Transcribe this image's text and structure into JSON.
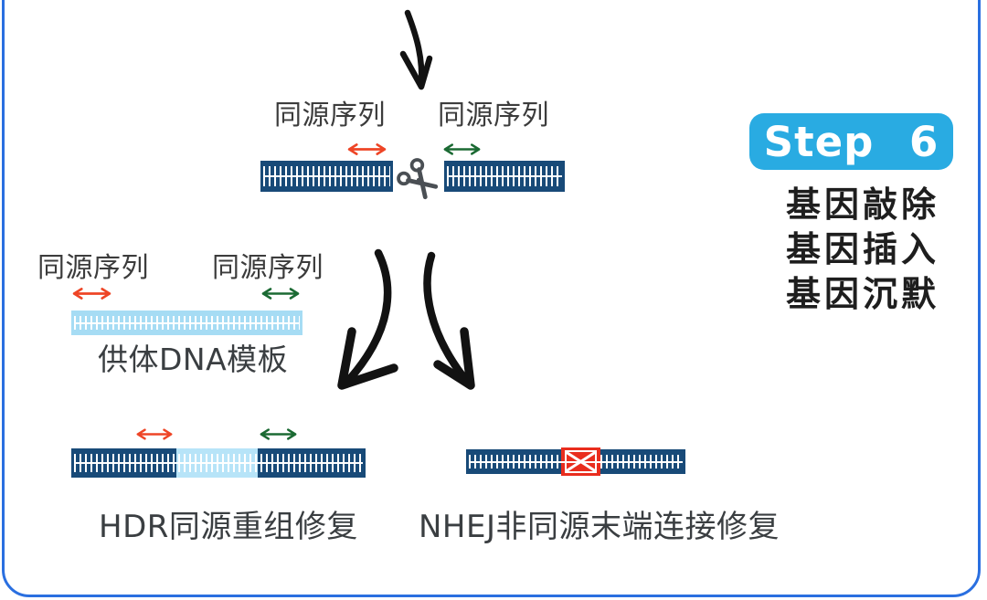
{
  "badge": {
    "label": "Step 6"
  },
  "functions": {
    "items": [
      "基因敲除",
      "基因插入",
      "基因沉默"
    ]
  },
  "cut_section": {
    "left_label": "同源序列",
    "right_label": "同源序列"
  },
  "donor_section": {
    "left_label": "同源序列",
    "right_label": "同源序列",
    "caption": "供体DNA模板"
  },
  "outcomes": {
    "hdr_caption": "HDR同源重组修复",
    "nhej_caption": "NHEJ非同源末端连接修复"
  },
  "icons": {
    "scissors": "scissors-icon",
    "down_arrow": "down-arrow-icon",
    "curved_arrow_left": "curved-arrow-left-icon",
    "curved_arrow_right": "curved-arrow-right-icon",
    "red_double_arrow": "homology-arrow-red-icon",
    "green_double_arrow": "homology-arrow-green-icon"
  },
  "colors": {
    "frame_border": "#2a6fe0",
    "badge_bg": "#29abe2",
    "dna_dark": "#184a78",
    "dna_light": "#a6dcf4",
    "insert_light": "#b7e4f8",
    "mutation_red": "#e92d1e",
    "arrow_red": "#ee4526",
    "arrow_green": "#1b6a33",
    "ink": "#121212",
    "scissors": "#4a4f54",
    "text_dark": "#3a3e41"
  }
}
